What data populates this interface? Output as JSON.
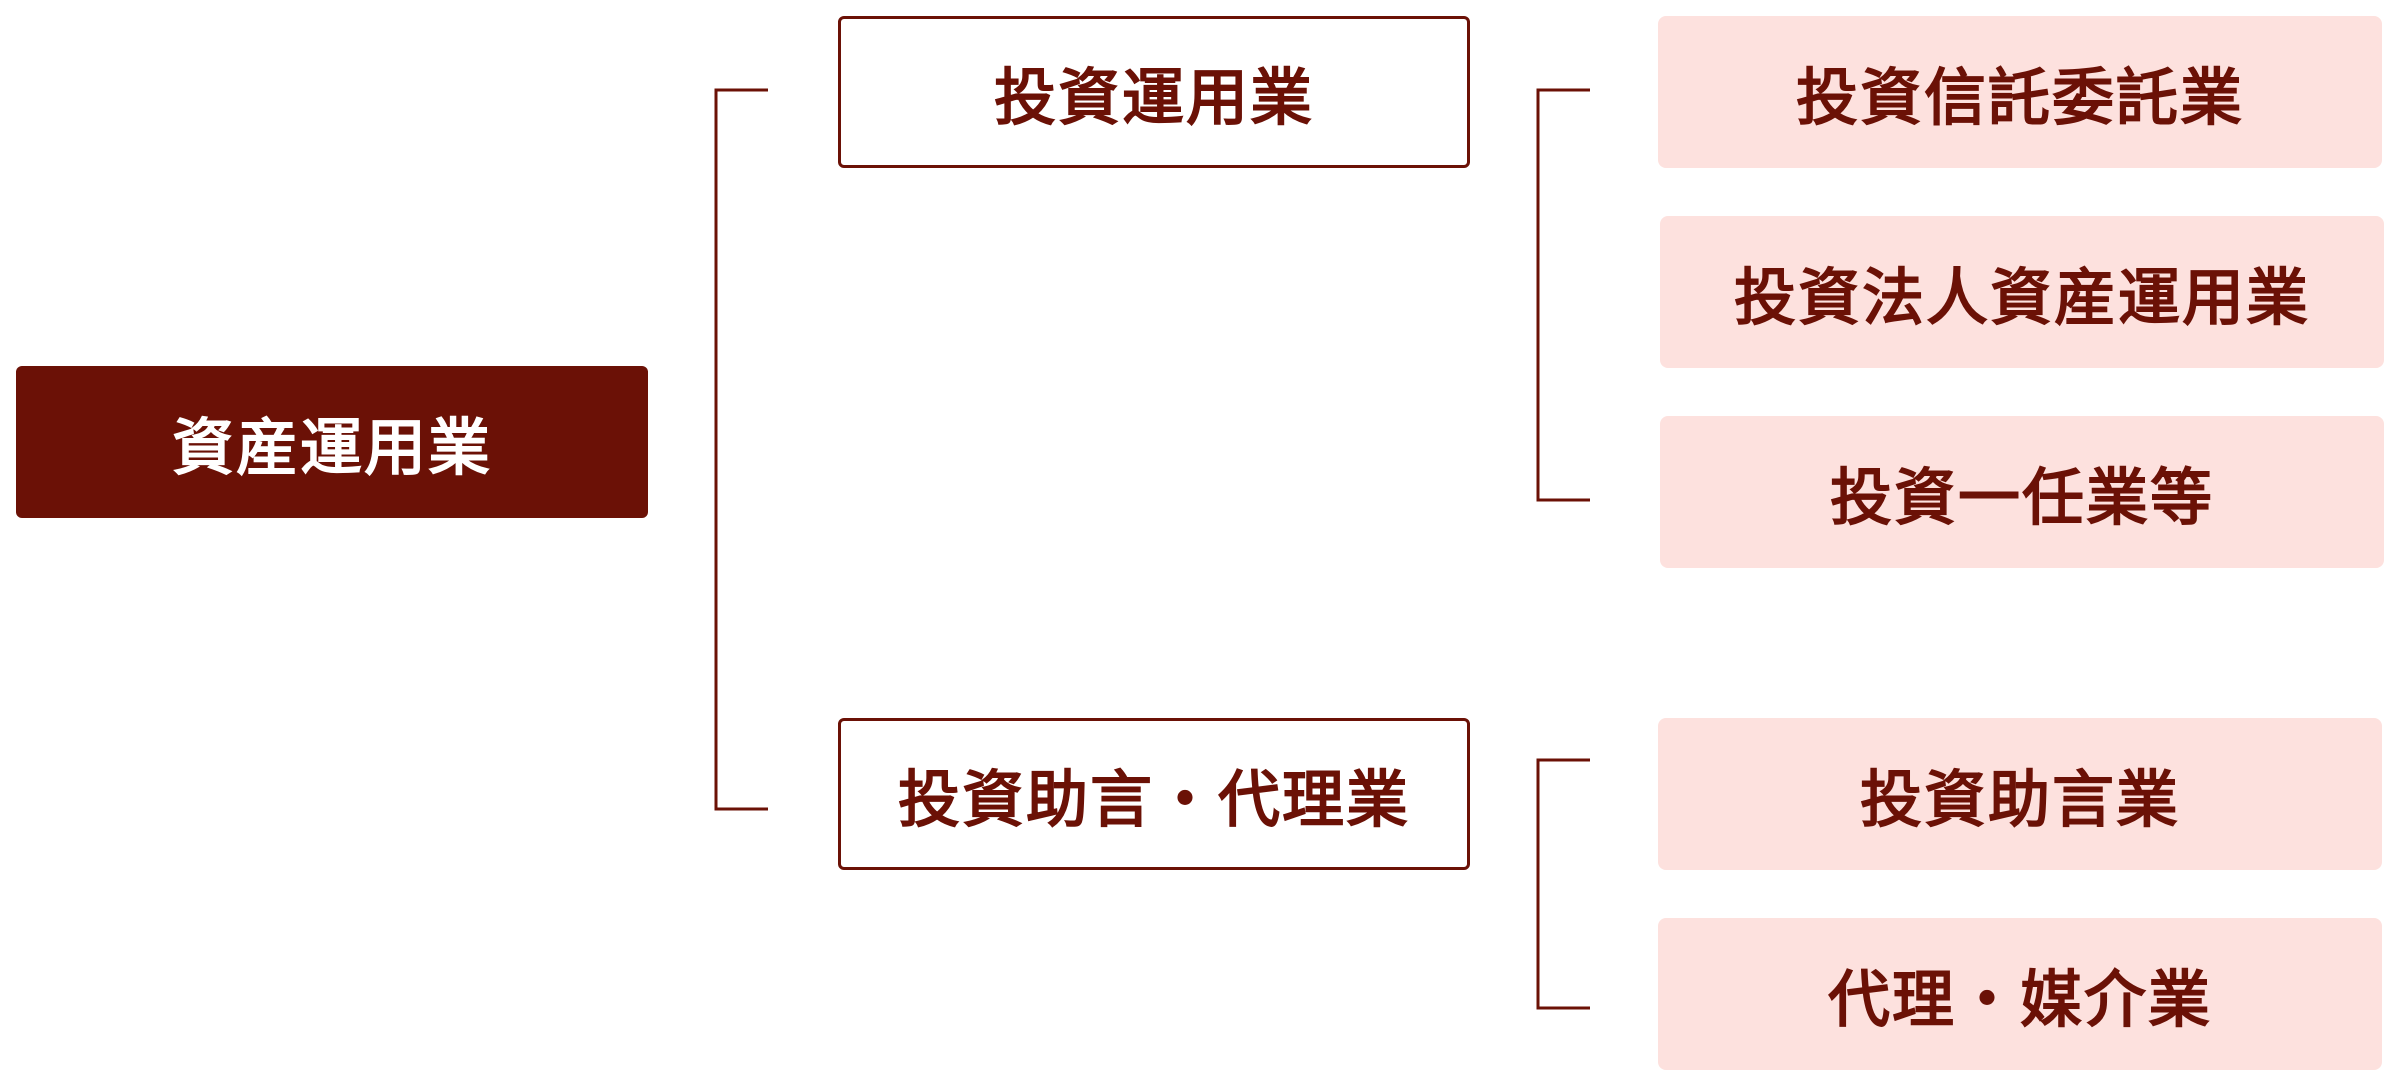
{
  "colors": {
    "primary": "#6b1106",
    "leaf_background": "#fde1de",
    "background": "#ffffff"
  },
  "root": {
    "label": "資産運用業"
  },
  "categories": [
    {
      "label": "投資運用業",
      "children": [
        "投資信託委託業",
        "投資法人資産運用業",
        "投資一任業等"
      ]
    },
    {
      "label": "投資助言・代理業",
      "children": [
        "投資助言業",
        "代理・媒介業"
      ]
    }
  ]
}
